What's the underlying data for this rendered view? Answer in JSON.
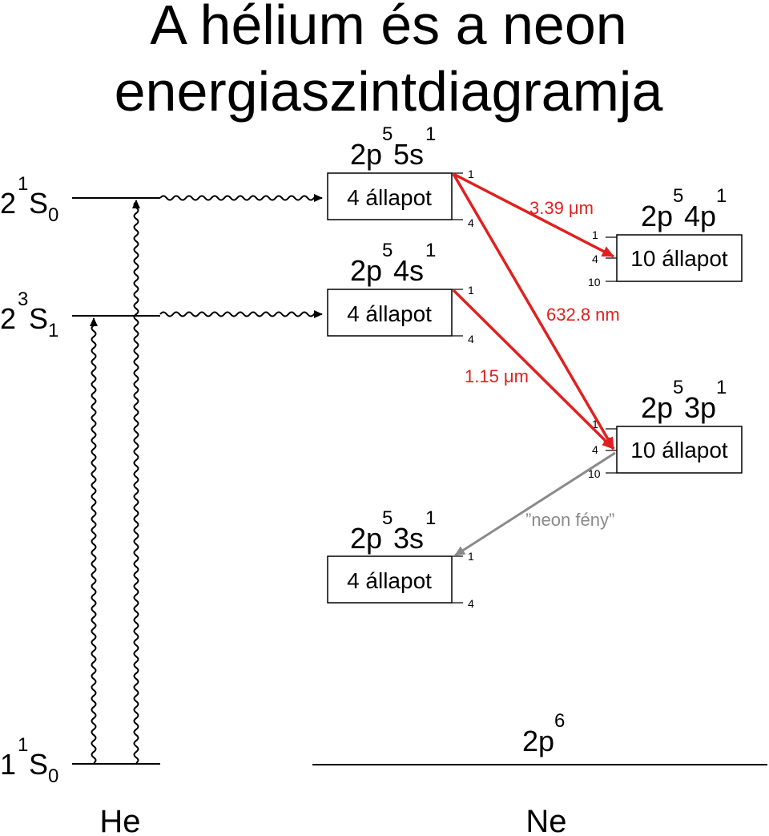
{
  "title": {
    "line1": "A hélium és a neon",
    "line2": "energiaszintdiagramja"
  },
  "colors": {
    "laser": "#e02020",
    "neon_light": "#8a8a8a",
    "line": "#000000"
  },
  "he": {
    "label": "He",
    "levels": [
      {
        "prefix": "2",
        "sup": "1",
        "main": "S",
        "sub": "0"
      },
      {
        "prefix": "2",
        "sup": "3",
        "main": "S",
        "sub": "1"
      },
      {
        "prefix": "1",
        "sup": "1",
        "main": "S",
        "sub": "0"
      }
    ]
  },
  "ne": {
    "label": "Ne",
    "ground": {
      "base": "2p",
      "sup": "6"
    },
    "levels": [
      {
        "a": "2p",
        "a_sup": "5",
        "b": "5s",
        "b_sup": "1",
        "box": "4 állapot",
        "ticks": [
          "1",
          "4"
        ]
      },
      {
        "a": "2p",
        "a_sup": "5",
        "b": "4s",
        "b_sup": "1",
        "box": "4 állapot",
        "ticks": [
          "1",
          "4"
        ]
      },
      {
        "a": "2p",
        "a_sup": "5",
        "b": "4p",
        "b_sup": "1",
        "box": "10 állapot",
        "ticks": [
          "1",
          "4",
          "10"
        ]
      },
      {
        "a": "2p",
        "a_sup": "5",
        "b": "3p",
        "b_sup": "1",
        "box": "10 állapot",
        "ticks": [
          "1",
          "4",
          "10"
        ]
      },
      {
        "a": "2p",
        "a_sup": "5",
        "b": "3s",
        "b_sup": "1",
        "box": "4 állapot",
        "ticks": [
          "1",
          "4"
        ]
      }
    ]
  },
  "transitions": {
    "t339": "3.39 μm",
    "t6328": "632.8 nm",
    "t115": "1.15 μm",
    "neon": "”neon fény”"
  }
}
